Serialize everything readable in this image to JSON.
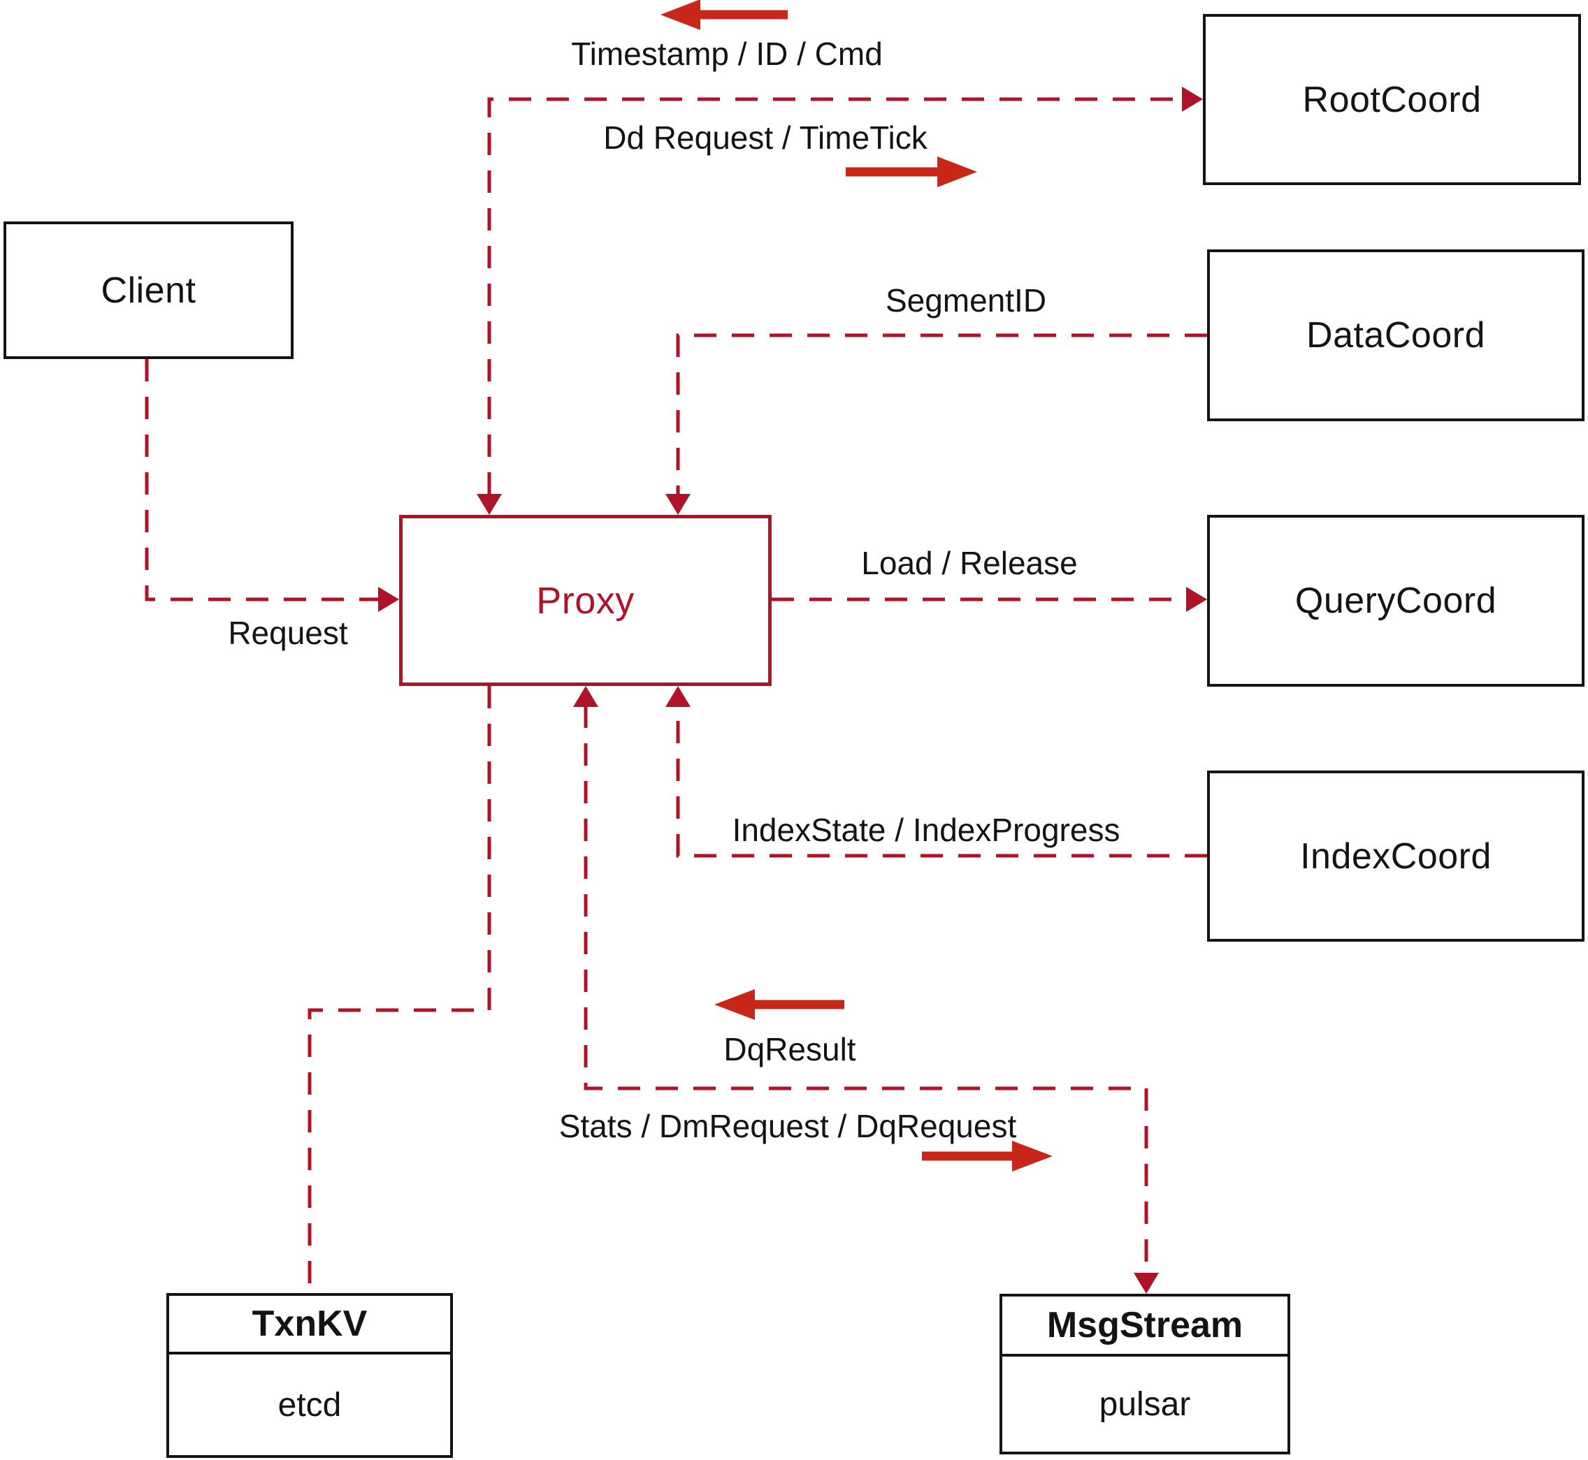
{
  "diagram": {
    "nodes": {
      "client": {
        "label": "Client"
      },
      "proxy": {
        "label": "Proxy"
      },
      "rootcoord": {
        "label": "RootCoord"
      },
      "datacoord": {
        "label": "DataCoord"
      },
      "querycoord": {
        "label": "QueryCoord"
      },
      "indexcoord": {
        "label": "IndexCoord"
      },
      "txnkv": {
        "title": "TxnKV",
        "body": "etcd"
      },
      "msgstream": {
        "title": "MsgStream",
        "body": "pulsar"
      }
    },
    "edge_labels": {
      "timestamp_id_cmd": "Timestamp / ID / Cmd",
      "dd_request_timetick": "Dd Request / TimeTick",
      "segment_id": "SegmentID",
      "load_release": "Load / Release",
      "request": "Request",
      "index_state": "IndexState / IndexProgress",
      "dq_result": "DqResult",
      "stats_dm_dq": "Stats / DmRequest / DqRequest"
    },
    "colors": {
      "background": "#ffffff",
      "box_border": "#141414",
      "text": "#141414",
      "dashed_line": "#b01228",
      "solid_arrow": "#c82618"
    }
  }
}
